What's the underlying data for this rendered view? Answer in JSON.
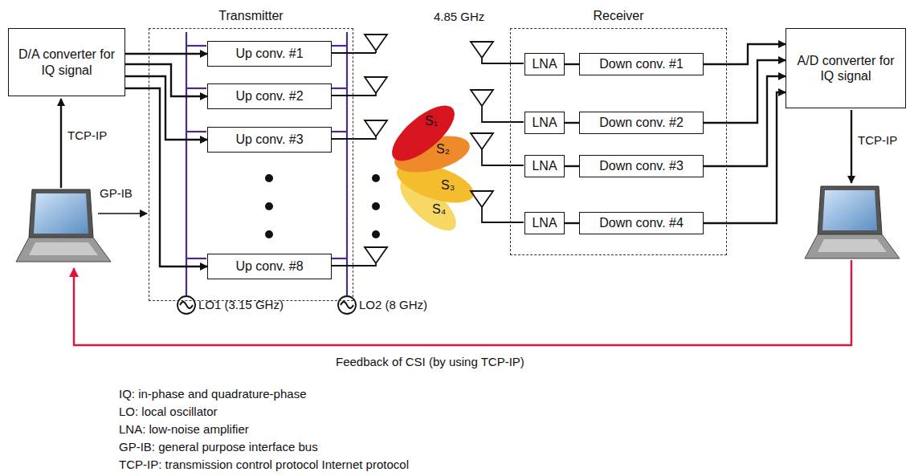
{
  "diagram": {
    "nodes": [
      {
        "text": [
          "D/A converter for IQ signal"
        ]
      },
      {
        "text": [
          "Transmitter"
        ]
      },
      {
        "text": [
          "Up conv. #1"
        ],
        "in": 1
      },
      {
        "text": [
          "Up conv. #2"
        ],
        "in": 1
      },
      {
        "text": [
          "Up conv. #3"
        ],
        "in": 1
      },
      {
        "text": [
          "Up conv. #8"
        ],
        "in": 1
      },
      {
        "text": [
          "Receiver"
        ]
      },
      {
        "text": [
          "LNA"
        ],
        "in": 6
      },
      {
        "text": [
          "LNA"
        ],
        "in": 6
      },
      {
        "text": [
          "LNA"
        ],
        "in": 6
      },
      {
        "text": [
          "LNA"
        ],
        "in": 6
      },
      {
        "text": [
          "Down conv. #1"
        ],
        "in": 6
      },
      {
        "text": [
          "Down conv. #2"
        ],
        "in": 6
      },
      {
        "text": [
          "Down conv. #3"
        ],
        "in": 6
      },
      {
        "text": [
          "Down conv. #4"
        ],
        "in": 6
      },
      {
        "text": [
          "A/D converter for IQ signal"
        ]
      }
    ],
    "edges": [
      {
        "from": 0,
        "to": 2,
        "arrow": "to"
      },
      {
        "from": 0,
        "to": 3,
        "arrow": "to"
      },
      {
        "from": 0,
        "to": 4,
        "arrow": "to"
      },
      {
        "from": 0,
        "to": 5,
        "arrow": "to"
      },
      {
        "from": 7,
        "to": 11,
        "arrow": "none"
      },
      {
        "from": 8,
        "to": 12,
        "arrow": "none"
      },
      {
        "from": 9,
        "to": 13,
        "arrow": "none"
      },
      {
        "from": 10,
        "to": 14,
        "arrow": "none"
      },
      {
        "from": 11,
        "to": 15,
        "arrow": "to"
      },
      {
        "from": 12,
        "to": 15,
        "arrow": "to"
      },
      {
        "from": 13,
        "to": 15,
        "arrow": "to"
      },
      {
        "from": 14,
        "to": 15,
        "arrow": "to"
      }
    ],
    "labels": [
      "4.85 GHz",
      "S₁",
      "S₂",
      "S₃",
      "S₄",
      "TCP-IP",
      "GP-IB",
      "TCP-IP",
      "LO1 (3.15 GHz)",
      "LO2 (8 GHz)",
      "Feedback of CSI (by using TCP-IP)",
      "IQ: in-phase and quadrature-phase",
      "LO: local oscillator",
      "LNA: low-noise amplifier",
      "GP-IB: general purpose interface bus",
      "TCP-IP: transmission control protocol Internet protocol"
    ]
  }
}
